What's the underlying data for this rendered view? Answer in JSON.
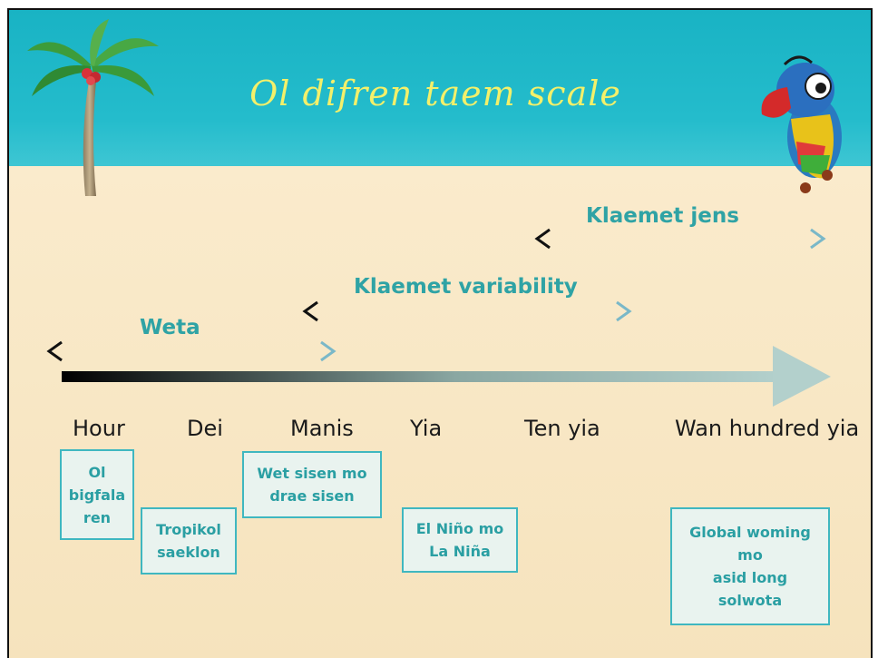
{
  "title": "Ol difren taem scale",
  "scale_labels": [
    "Hour",
    "Dei",
    "Manis",
    "Yia",
    "Ten yia",
    "Wan hundred yia"
  ],
  "ranges": [
    {
      "label": "Klaemet jens"
    },
    {
      "label": "Klaemet variability"
    },
    {
      "label": "Weta"
    }
  ],
  "phenomena": [
    {
      "text": "Ol\nbigfala\nren"
    },
    {
      "text": "Tropikol\nsaeklon"
    },
    {
      "text": "Wet sisen mo\ndrae sisen"
    },
    {
      "text": "El Niño mo\nLa Niña"
    },
    {
      "text": "Global woming\nmo\nasid long\nsolwota"
    }
  ],
  "colors": {
    "sky": "#24bccc",
    "sand": "#f8e7c5",
    "title": "#f3f06a",
    "accent": "#2fa3a5",
    "box_border": "#3fb7c0"
  }
}
